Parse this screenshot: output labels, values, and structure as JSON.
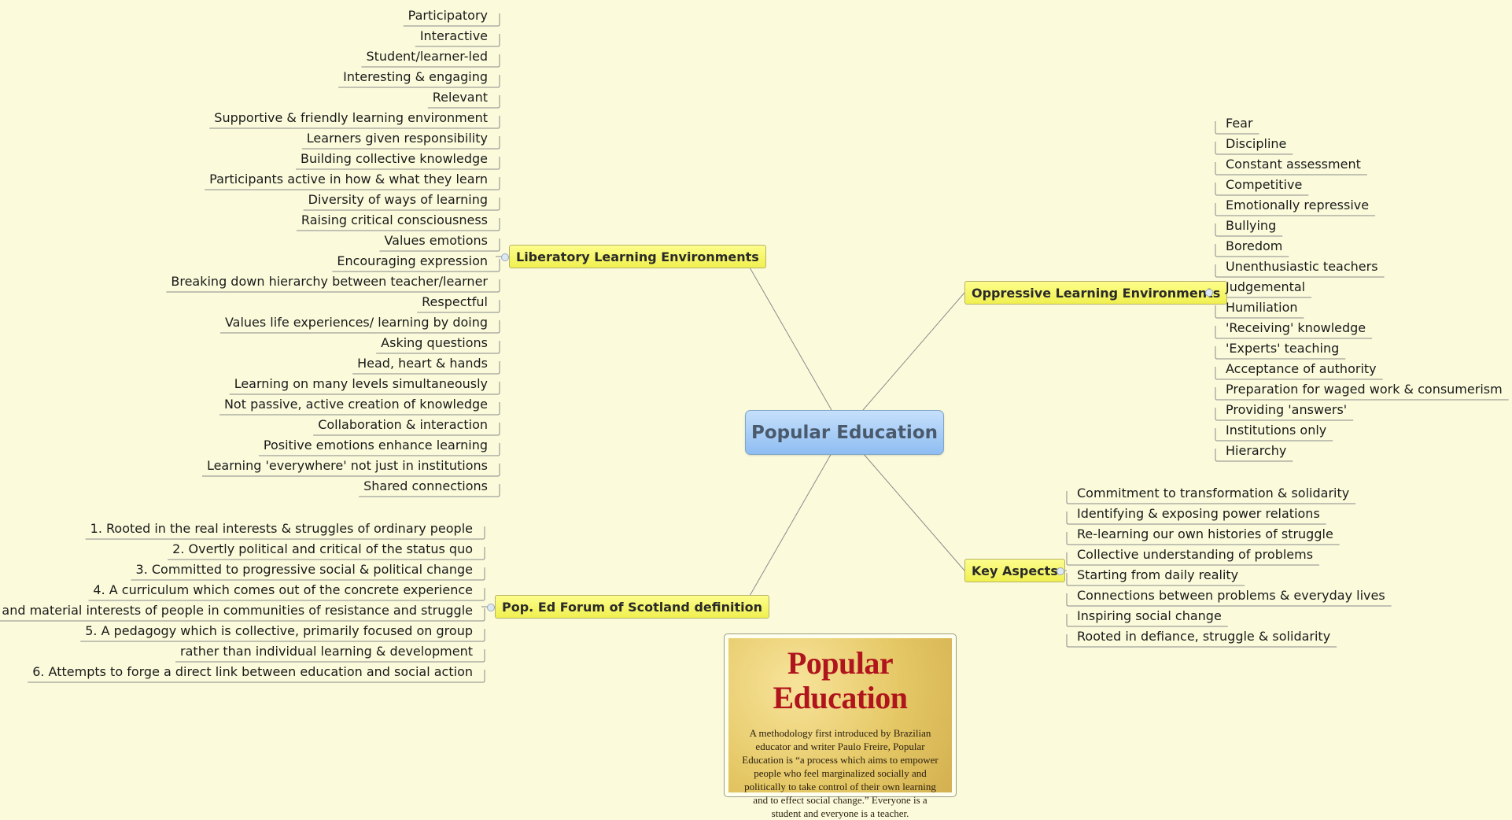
{
  "map": {
    "central_topic": "Popular Education",
    "branches": {
      "liberatory": {
        "label": "Liberatory Learning Environments",
        "items": [
          "Participatory",
          "Interactive",
          "Student/learner-led",
          "Interesting & engaging",
          "Relevant",
          "Supportive & friendly learning environment",
          "Learners given responsibility",
          "Building collective knowledge",
          "Participants active in how & what they learn",
          "Diversity of ways of learning",
          "Raising critical consciousness",
          "Values emotions",
          "Encouraging expression",
          "Breaking down hierarchy between teacher/learner",
          "Respectful",
          "Values life experiences/ learning by doing",
          "Asking questions",
          "Head, heart & hands",
          "Learning on many levels simultaneously",
          "Not passive, active creation of knowledge",
          "Collaboration & interaction",
          "Positive emotions enhance learning",
          "Learning 'everywhere' not just in institutions",
          "Shared connections"
        ]
      },
      "definition": {
        "label": "Pop. Ed Forum of Scotland definition",
        "items": [
          "1. Rooted in the real interests & struggles of ordinary people",
          "2. Overtly political and critical of the status quo",
          "3. Committed to progressive social & political change",
          "4. A curriculum which comes out of the concrete experience",
          "and material interests of people in communities of resistance and struggle",
          "5. A pedagogy which is collective, primarily focused on group",
          "rather than individual learning & development",
          "6. Attempts to forge a direct link between education and social action"
        ]
      },
      "oppressive": {
        "label": "Oppressive Learning Environments",
        "items": [
          "Fear",
          "Discipline",
          "Constant assessment",
          "Competitive",
          "Emotionally repressive",
          "Bullying",
          "Boredom",
          "Unenthusiastic teachers",
          "Judgemental",
          "Humiliation",
          "'Receiving' knowledge",
          "'Experts' teaching",
          "Acceptance of authority",
          "Preparation for waged work & consumerism",
          "Providing 'answers'",
          "Institutions only",
          "Hierarchy"
        ]
      },
      "key_aspects": {
        "label": "Key Aspects",
        "items": [
          "Commitment to transformation & solidarity",
          "Identifying & exposing power relations",
          "Re-learning our own histories of struggle",
          "Collective understanding of problems",
          "Starting from daily reality",
          "Connections between problems & everyday lives",
          "Inspiring social change",
          "Rooted in defiance, struggle & solidarity"
        ]
      }
    },
    "image_card": {
      "title": "Popular Education",
      "body": "A methodology first introduced by Brazilian educator and writer Paulo Freire, Popular Education is “a process which aims to empower people who feel marginalized socially and politically to take control of their own learning and to effect social change.” Everyone is a student and everyone is a teacher."
    },
    "colors": {
      "background": "#fbfbdc",
      "central_fill": "#a9cff7",
      "branch_fill": "#f7f76a",
      "line": "#8a8a8a"
    }
  }
}
